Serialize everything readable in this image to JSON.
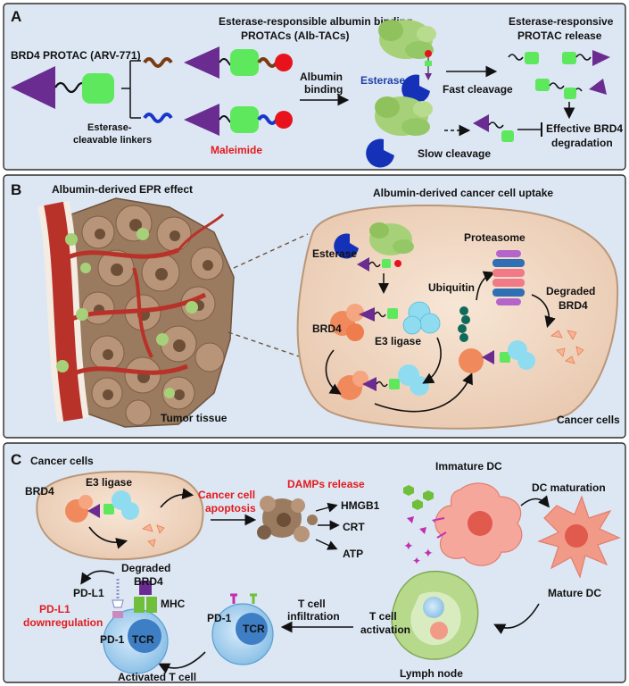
{
  "panels": {
    "a": {
      "letter": "A",
      "arv_label": "BRD4 PROTAC (ARV-771)",
      "linker_label_1": "Esterase-",
      "linker_label_2": "cleavable linkers",
      "albtac_title_1": "Esterase-responsible albumin binding",
      "albtac_title_2": "PROTACs (Alb-TACs)",
      "maleimide": "Maleimide",
      "albumin_binding_1": "Albumin",
      "albumin_binding_2": "binding",
      "esterase": "Esterase",
      "fast": "Fast cleavage",
      "slow": "Slow cleavage",
      "release_1": "Esterase-responsive",
      "release_2": "PROTAC release",
      "effective_1": "Effective BRD4",
      "effective_2": "degradation"
    },
    "b": {
      "letter": "B",
      "epr": "Albumin-derived EPR effect",
      "uptake": "Albumin-derived cancer cell uptake",
      "tumor": "Tumor tissue",
      "esterase": "Esterase",
      "proteasome": "Proteasome",
      "ubiquitin": "Ubiquitin",
      "brd4": "BRD4",
      "e3": "E3 ligase",
      "degraded_1": "Degraded",
      "degraded_2": "BRD4",
      "cancer_cells": "Cancer cells"
    },
    "c": {
      "letter": "C",
      "cancer_cells": "Cancer cells",
      "brd4": "BRD4",
      "e3": "E3 ligase",
      "apoptosis_1": "Cancer cell",
      "apoptosis_2": "apoptosis",
      "damps": "DAMPs release",
      "hmgb1": "HMGB1",
      "crt": "CRT",
      "atp": "ATP",
      "immature_dc": "Immature DC",
      "dc_maturation": "DC maturation",
      "mature_dc": "Mature DC",
      "degraded_1": "Degraded",
      "degraded_2": "BRD4",
      "pdl1": "PD-L1",
      "pdl1_down_1": "PD-L1",
      "pdl1_down_2": "downregulation",
      "mhc": "MHC",
      "pd1_left": "PD-1",
      "tcr_left": "TCR",
      "pd1_mid": "PD-1",
      "tcr_mid": "TCR",
      "infiltration_1": "T cell",
      "infiltration_2": "infiltration",
      "activation_1": "T cell",
      "activation_2": "activation",
      "lymph": "Lymph node",
      "activated_t": "Activated T cell"
    }
  },
  "colors": {
    "panel_bg": "#dde7f3",
    "ligand_purple": "#6a2c91",
    "e3_ligand_green": "#5de85d",
    "maleimide_red": "#e8121c",
    "linker_brown": "#7a3b12",
    "linker_blue": "#1a35c9",
    "albumin_green": "#a7d178",
    "esterase_blue": "#1531b8",
    "brd4_orange": "#f08a5d",
    "e3_cyan": "#8fdcf0",
    "cell_beige": "#f2dccb",
    "tumor_brown": "#9a7b5f",
    "vessel_red": "#b9322a",
    "dc_pink": "#f6a79c",
    "tcell_blue": "#9fd0ef",
    "lymph_green": "#b7d98b"
  }
}
